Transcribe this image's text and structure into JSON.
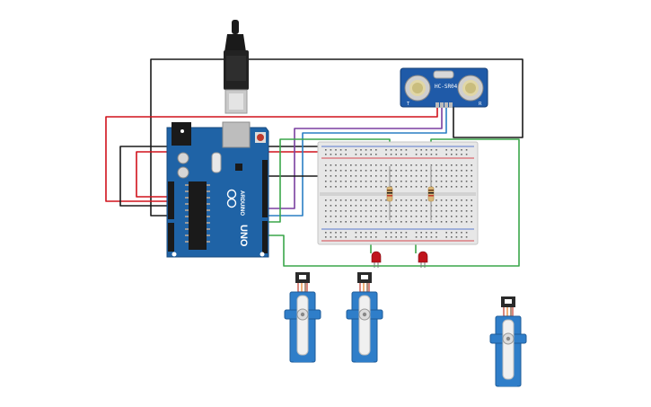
{
  "canvas": {
    "background": "#ffffff"
  },
  "components": {
    "arduino": {
      "kind": "Arduino Uno R3",
      "logo_text": "ARDUINO",
      "model_text": "UNO"
    },
    "ultrasonic": {
      "kind": "HC-SR04 ultrasonic sensor",
      "model_text": "HC-SR04",
      "label_t": "T",
      "label_r": "R"
    },
    "breadboard": {
      "kind": "half breadboard"
    },
    "resistors": [
      {
        "id": "r1"
      },
      {
        "id": "r2"
      }
    ],
    "leds": [
      {
        "id": "led1",
        "color": "#c0141c"
      },
      {
        "id": "led2",
        "color": "#c0141c"
      }
    ],
    "servos": [
      {
        "id": "servo1"
      },
      {
        "id": "servo2"
      },
      {
        "id": "servo3"
      }
    ],
    "usb_plug": {
      "kind": "USB plug"
    }
  },
  "colors": {
    "board_blue": "#1f63a6",
    "wire_red": "#d0121c",
    "wire_black": "#1a1a1a",
    "wire_green": "#3aa64a",
    "wire_purple": "#7a3fa0",
    "wire_blue": "#2a7fc4",
    "servo_blue": "#2f7ec9"
  }
}
